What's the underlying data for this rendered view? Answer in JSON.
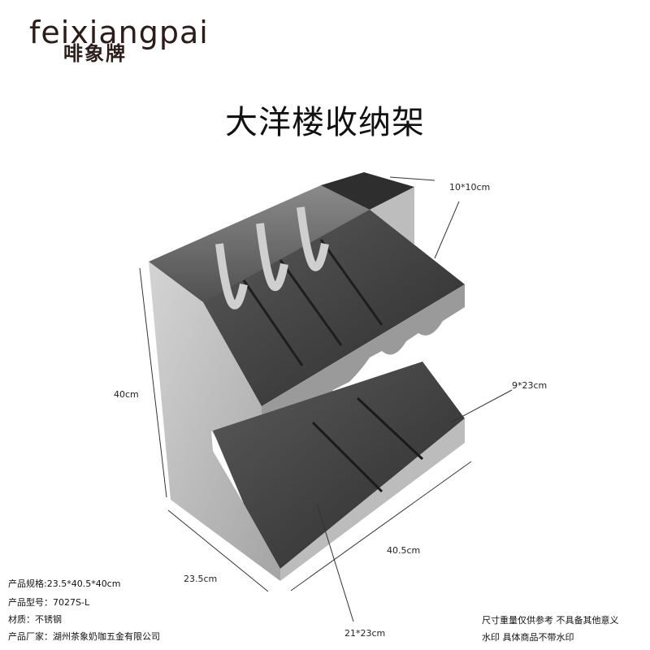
{
  "brand": {
    "name_en": "feixiangpai",
    "name_cn": "啡象牌"
  },
  "title": "大洋楼收纳架",
  "dimensions": {
    "cup_holder": "10*10cm",
    "upper_slot": "9*23cm",
    "height": "40cm",
    "depth": "23.5cm",
    "width": "40.5cm",
    "lower_slot": "21*23cm"
  },
  "specs": [
    "产品规格:23.5*40.5*40cm",
    "产品型号：7027S-L",
    "材质：不锈钢",
    "产品厂家：湖州茶象奶咖五金有限公司"
  ],
  "notes": [
    "尺寸重量仅供参考 不具备其他意义",
    "水印 具体商品不带水印"
  ],
  "colors": {
    "brand": "#2a1d1a",
    "steel_light": "#b9b9b9",
    "steel_dark": "#3a3a3a"
  }
}
